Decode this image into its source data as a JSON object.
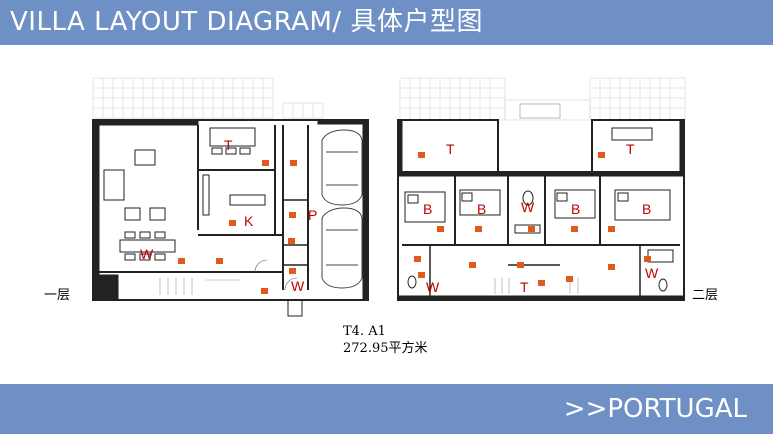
{
  "header": {
    "title": "VILLA LAYOUT DIAGRAM/ 具体户型图"
  },
  "footer": {
    "nav_label": ">>PORTUGAL"
  },
  "floors": {
    "ground_label": "一层",
    "upper_label": "二层"
  },
  "unit": {
    "code": "T4. A1",
    "area": "272.95平方米"
  },
  "room_labels": {
    "ground": {
      "terrace": "T",
      "kitchen": "K",
      "living_wc": "W",
      "parking": "P",
      "bath": "W"
    },
    "upper": {
      "terrace_left": "T",
      "terrace_right": "T",
      "bed1": "B",
      "bed2": "B",
      "bath_mid": "W",
      "bed3": "B",
      "bed4": "B",
      "bath_left": "W",
      "t_small": "T",
      "bath_right": "W"
    }
  },
  "colors": {
    "banner": "#6f90c5",
    "label_red": "#c00000",
    "tag_orange": "#e05a1e"
  }
}
